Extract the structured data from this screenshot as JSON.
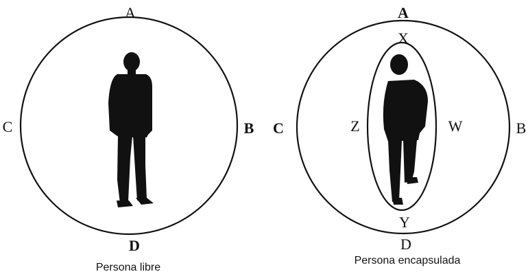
{
  "left": {
    "labels": {
      "top": "A",
      "right": "B",
      "left": "C",
      "bottom": "D"
    },
    "caption": "Persona libre"
  },
  "right": {
    "outer_labels": {
      "top": "A",
      "right": "B",
      "left": "C",
      "bottom": "D"
    },
    "inner_labels": {
      "top": "X",
      "right": "W",
      "left": "Z",
      "bottom": "Y"
    },
    "caption": "Persona encapsulada"
  },
  "colors": {
    "ink": "#111111",
    "background": "#ffffff"
  }
}
